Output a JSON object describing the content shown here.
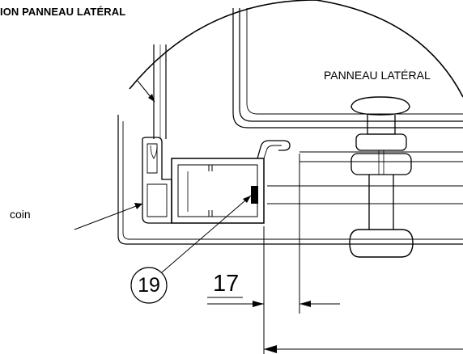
{
  "title": "ION PANNEAU LATÉRAL",
  "callouts": {
    "side_panel": "PANNEAU LATÉRAL",
    "corner": "coin"
  },
  "balloon": {
    "number": "19"
  },
  "dimension": {
    "value": "17"
  }
}
